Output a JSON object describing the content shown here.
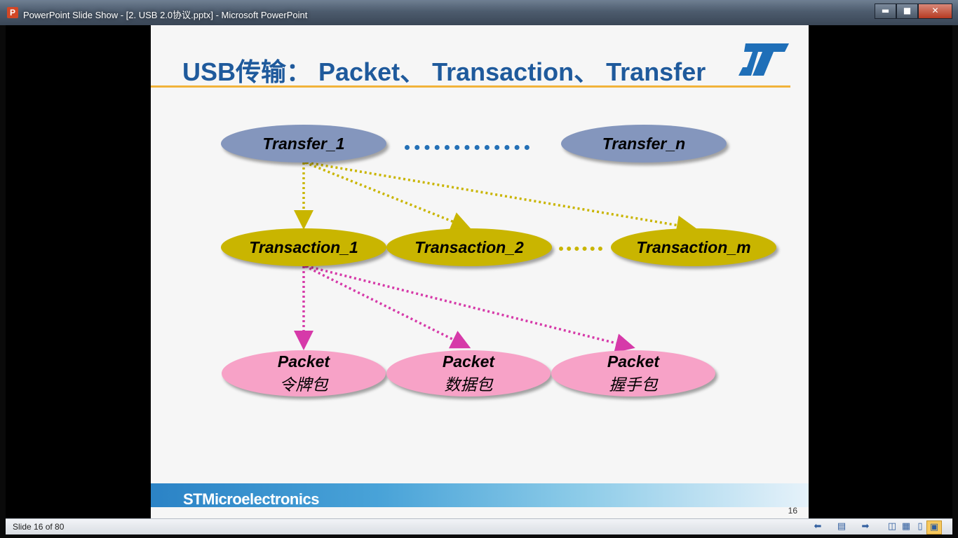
{
  "window": {
    "title": "PowerPoint Slide Show - [2. USB 2.0协议.pptx] - Microsoft PowerPoint",
    "app_icon_letter": "P",
    "buttons": {
      "minimize": "▬",
      "maximize": "■",
      "close": "✕"
    }
  },
  "slide": {
    "title": "USB传输： Packet、 Transaction、 Transfer",
    "logo_text": "ST",
    "footer_brand": "STMicroelectronics",
    "number": "16",
    "diagram": {
      "transfers": [
        "Transfer_1",
        "Transfer_n"
      ],
      "transactions": [
        "Transaction_1",
        "Transaction_2",
        "Transaction_m"
      ],
      "packets": [
        {
          "name": "Packet",
          "sub": "令牌包"
        },
        {
          "name": "Packet",
          "sub": "数据包"
        },
        {
          "name": "Packet",
          "sub": "握手包"
        }
      ],
      "colors": {
        "transfer": "#8496bd",
        "transaction": "#c9b500",
        "packet": "#f7a2c7",
        "transfer_arrows": "#c9b500",
        "packet_arrows": "#d63aa9",
        "ellipsis": "#2470b6"
      }
    }
  },
  "statusbar": {
    "slide_counter": "Slide 16 of 80",
    "icons": [
      "previous-icon",
      "menu-icon",
      "next-icon",
      "normal-view-icon",
      "slide-sorter-icon",
      "reading-view-icon",
      "slide-show-icon"
    ]
  }
}
